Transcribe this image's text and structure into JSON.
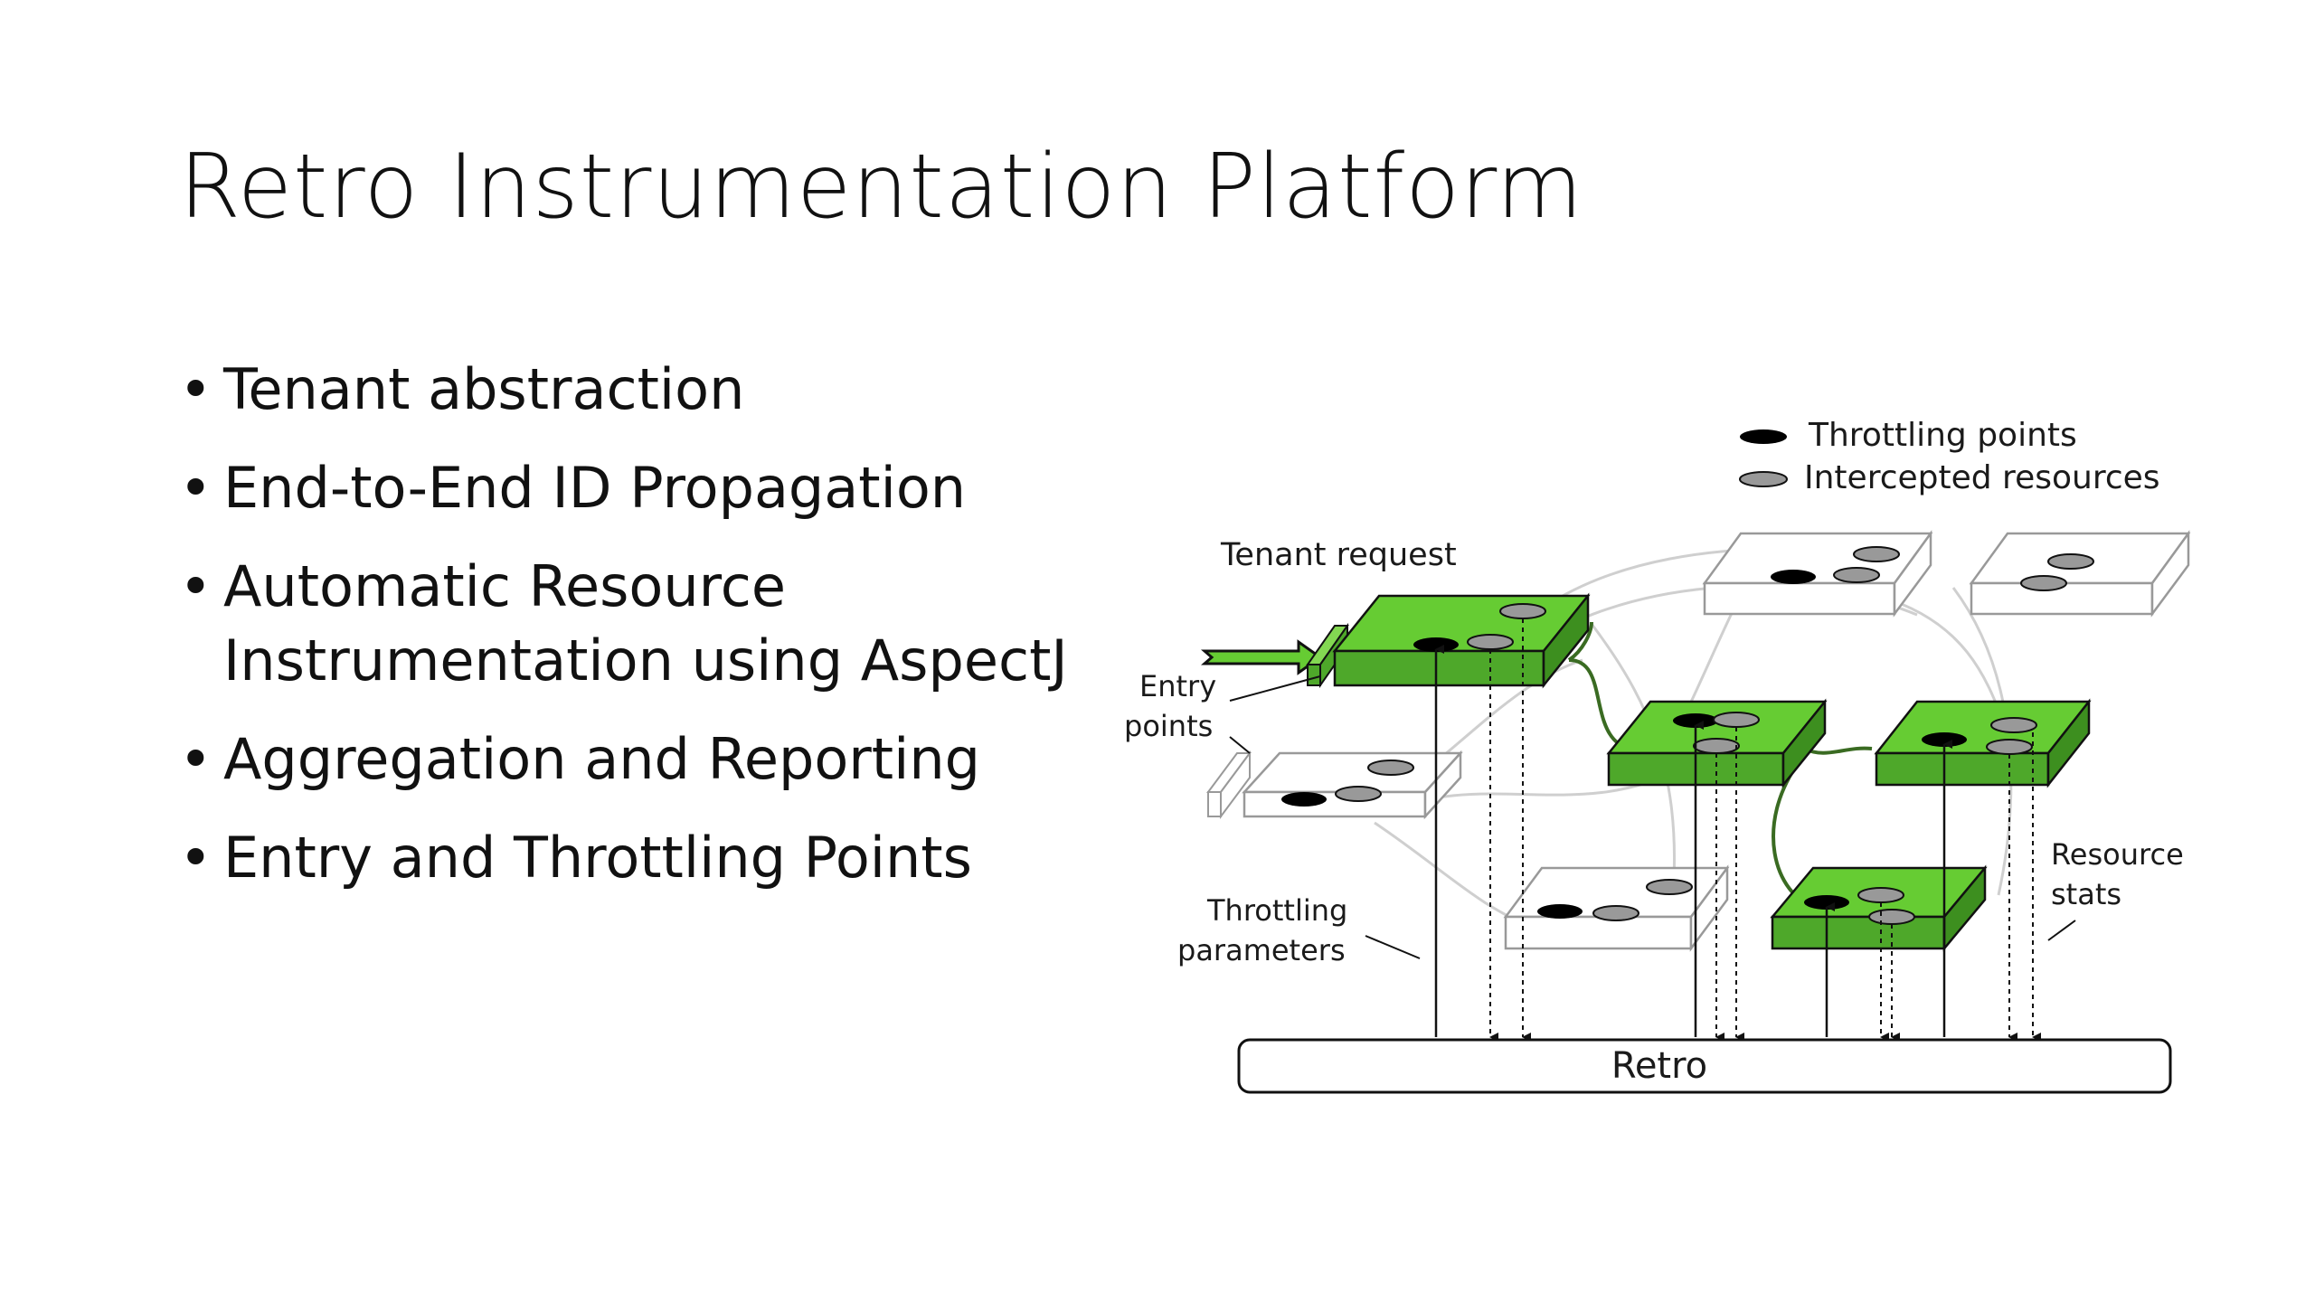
{
  "title": "Retro Instrumentation Platform",
  "bullets": [
    "Tenant abstraction",
    "End-to-End ID Propagation",
    "Automatic Resource Instrumentation using AspectJ",
    "Aggregation and Reporting",
    "Entry and Throttling Points"
  ],
  "diagram": {
    "legend": {
      "throttling": "Throttling points",
      "intercepted": "Intercepted resources"
    },
    "labels": {
      "tenant_request": "Tenant request",
      "entry_line1": "Entry",
      "entry_line2": "points",
      "throttling_line1": "Throttling",
      "throttling_line2": "parameters",
      "resource_line1": "Resource",
      "resource_line2": "stats"
    },
    "retro": "Retro",
    "colors": {
      "active_box": "#66cc33",
      "active_box_side": "#4ea82a",
      "inactive_box": "#ffffff",
      "connection": "#3a6b22",
      "faded_connection": "#cfcfcf"
    }
  }
}
